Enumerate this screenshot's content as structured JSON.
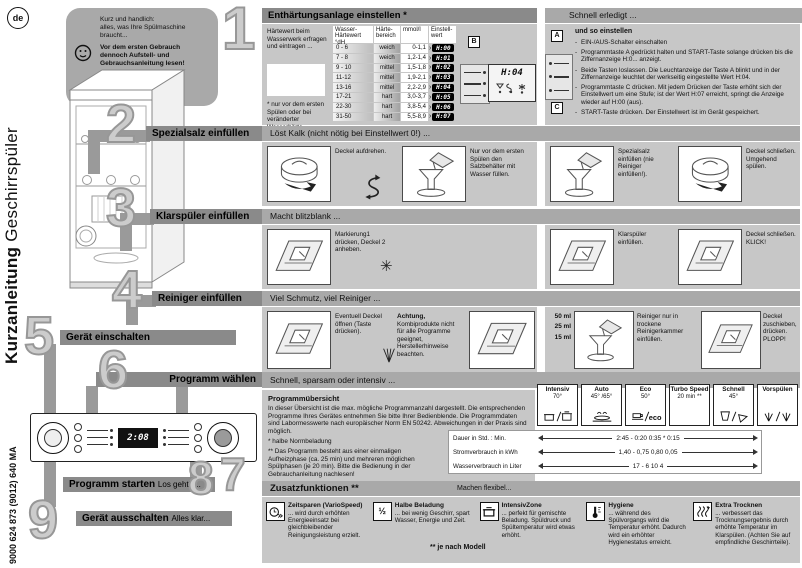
{
  "page": {
    "lang_badge": "de",
    "title_bold": "Kurzanleitung",
    "title_light": "Geschirrspüler",
    "doc_number": "9000 624 873 (9012) 640 MA"
  },
  "colors": {
    "box": "#c7c7c7",
    "bar": "#8a8a8a",
    "strip": "#a9a9a9",
    "display_bg": "#000000",
    "display_text": "#ffffff"
  },
  "bubble": {
    "line1": "Kurz und handlich:",
    "line2": "alles, was Ihre Spülmaschine",
    "line3": "braucht...",
    "bold1": "Vor dem ersten Gebrauch",
    "bold2": "dennoch Aufstell- und",
    "bold3": "Gebrauchsanleitung lesen!"
  },
  "steps": {
    "one": {
      "num": "1",
      "title": "Enthärtungsanlage einstellen *"
    },
    "two": {
      "num": "2",
      "title": "Spezialsalz einfüllen",
      "subtitle": "Löst Kalk (nicht nötig bei Einstellwert 0!) ..."
    },
    "three": {
      "num": "3",
      "title": "Klarspüler einfüllen",
      "subtitle": "Macht blitzblank ..."
    },
    "four": {
      "num": "4",
      "title": "Reiniger einfüllen",
      "subtitle": "Viel Schmutz, viel Reiniger ..."
    },
    "five": {
      "num": "5",
      "title": "Gerät einschalten"
    },
    "six": {
      "num": "6",
      "title": "Programm wählen",
      "subtitle": "Schnell, sparsam oder intensiv ..."
    },
    "seven": {
      "num": "7"
    },
    "eight": {
      "num": "8",
      "title": "Programm starten",
      "tagline": "Los geht's..."
    },
    "nine": {
      "num": "9",
      "title": "Gerät ausschalten",
      "tagline": "Alles klar..."
    }
  },
  "softener": {
    "note_top": "Härtewert beim Wasserwerk erfragen und eintragen ...",
    "note_bottom": "* nur vor dem ersten Spülen oder bei veränderter Wasserhärte",
    "col_headers": [
      "Wasser-Härtewert °dH",
      "Härte-bereich",
      "mmol/l",
      "Einstell-wert"
    ],
    "rows": [
      {
        "dh": "0 - 6",
        "bereich": "weich",
        "mmol": "0-1,1",
        "wert": "H:00"
      },
      {
        "dh": "7 - 8",
        "bereich": "weich",
        "mmol": "1,2-1,4",
        "wert": "H:01"
      },
      {
        "dh": "9 - 10",
        "bereich": "mittel",
        "mmol": "1,5-1,8",
        "wert": "H:02"
      },
      {
        "dh": "11-12",
        "bereich": "mittel",
        "mmol": "1,9-2,1",
        "wert": "H:03"
      },
      {
        "dh": "13-16",
        "bereich": "mittel",
        "mmol": "2,2-2,9",
        "wert": "H:04"
      },
      {
        "dh": "17-21",
        "bereich": "hart",
        "mmol": "3,0-3,7",
        "wert": "H:05"
      },
      {
        "dh": "22-30",
        "bereich": "hart",
        "mmol": "3,8-5,4",
        "wert": "H:06"
      },
      {
        "dh": "31-50",
        "bereich": "hart",
        "mmol": "5,5-8,9",
        "wert": "H:07"
      }
    ],
    "panel": {
      "label_a": "A",
      "label_b": "B",
      "label_c": "C",
      "display": "H:04"
    }
  },
  "quick": {
    "header": "Schnell erledigt ...",
    "heading": "und so einstellen",
    "bullets": [
      "EIN-/AUS-Schalter einschalten",
      "Programmtaste A gedrückt halten und START-Taste solange drücken bis die Ziffernanzeige H:0... anzeigt.",
      "Beide Tasten loslassen. Die Leuchtanzeige der Taste A blinkt und in der Ziffernanzeige leuchtet der werkseitig eingestellte Wert H:04.",
      "Programmtaste C drücken. Mit jedem Drücken der Taste erhöht sich der Einstellwert um eine Stufe; ist der Wert H:07 erreicht, springt die Anzeige wieder auf H:00 (aus).",
      "START-Taste drücken. Der Einstellwert ist im Gerät gespeichert."
    ]
  },
  "salt": {
    "cap1": "Deckel aufdrehen.",
    "cap2": "Nur vor dem ersten Spülen den Salzbehälter mit Wasser füllen.",
    "cap3": "Spezialsalz einfüllen (nie Reiniger einfüllen!).",
    "cap4": "Deckel schließen. Umgehend spülen."
  },
  "rinse": {
    "cap1": "Markierung1 drücken, Deckel 2 anheben.",
    "cap2": "Klarspüler einfüllen.",
    "cap3": "Deckel schließen. KLICK!"
  },
  "detergent": {
    "cap1": "Eventuell Deckel öffnen (Taste drücken).",
    "warn_title": "Achtung,",
    "warn_text": "Kombiprodukte nicht für alle Programme geeignet, Herstellerhinweise beachten.",
    "cap2": "Reiniger nur in trockene Reinigerkammer einfüllen.",
    "cap3": "Deckel zuschieben, drücken. PLOPP!",
    "ml1": "50 ml",
    "ml2": "25 ml",
    "ml3": "15 ml"
  },
  "programs": {
    "heading": "Programmübersicht",
    "body": "In dieser Übersicht ist die max. mögliche Programmanzahl dargestellt. Die entsprechenden Programme Ihres Gerätes entnehmen Sie bitte Ihrer Bedienblende. Die Programmdaten sind Labormesswerte nach europäischer Norm EN 50242. Abweichungen in der Praxis sind möglich.",
    "footnote1": "* halbe Normbeladung",
    "footnote2": "** Das Programm besteht aus einer einmaligen Aufheizphase (ca. 25 min) und mehreren möglichen Spülphasen (je 20 min). Bitte die Bedienung in der Gebrauchanleitung nachlesen!",
    "columns": [
      {
        "name": "Intensiv",
        "temp": "70°"
      },
      {
        "name": "Auto",
        "temp": "45° /65°"
      },
      {
        "name": "Eco",
        "temp": "50°"
      },
      {
        "name": "Turbo Speed",
        "temp": "20 min **"
      },
      {
        "name": "Schnell",
        "temp": "45°"
      },
      {
        "name": "Vorspülen",
        "temp": ""
      }
    ],
    "rows": [
      {
        "label": "Dauer in Std. : Min.",
        "value": "2:45 - 0:20   0:35 *   0:15"
      },
      {
        "label": "Stromverbrauch in kWh",
        "value": "1,40 - 0,75   0,80   0,05"
      },
      {
        "label": "Wasserverbrauch in Liter",
        "value": "17 - 6   10   4"
      }
    ]
  },
  "extras": {
    "title": "Zusatzfunktionen **",
    "note": "Machen flexibel...",
    "model_note": "** je nach Modell",
    "items": [
      {
        "title": "Zeitsparen (VarioSpeed)",
        "text": "... wird durch erhöhten Energieeinsatz bei gleichbleibender Reinigungsleistung erzielt."
      },
      {
        "title": "Halbe Beladung",
        "text": "... bei wenig Geschirr, spart Wasser, Energie und Zeit."
      },
      {
        "title": "IntensivZone",
        "text": "... perfekt für gemischte Beladung. Spüldruck und Spültemperatur wird etwas erhöht."
      },
      {
        "title": "Hygiene",
        "text": "... während des Spülvorgangs wird die Temperatur erhöht. Dadurch wird ein erhöhter Hygienestatus erreicht."
      },
      {
        "title": "Extra Trocknen",
        "text": "... verbessert das Trocknungsergebnis durch erhöhte Temperatur im Klarspülen. (Achten Sie auf empfindliche Geschirrteile)."
      }
    ],
    "half_glyph": "½"
  },
  "panel": {
    "display": "2:08"
  }
}
